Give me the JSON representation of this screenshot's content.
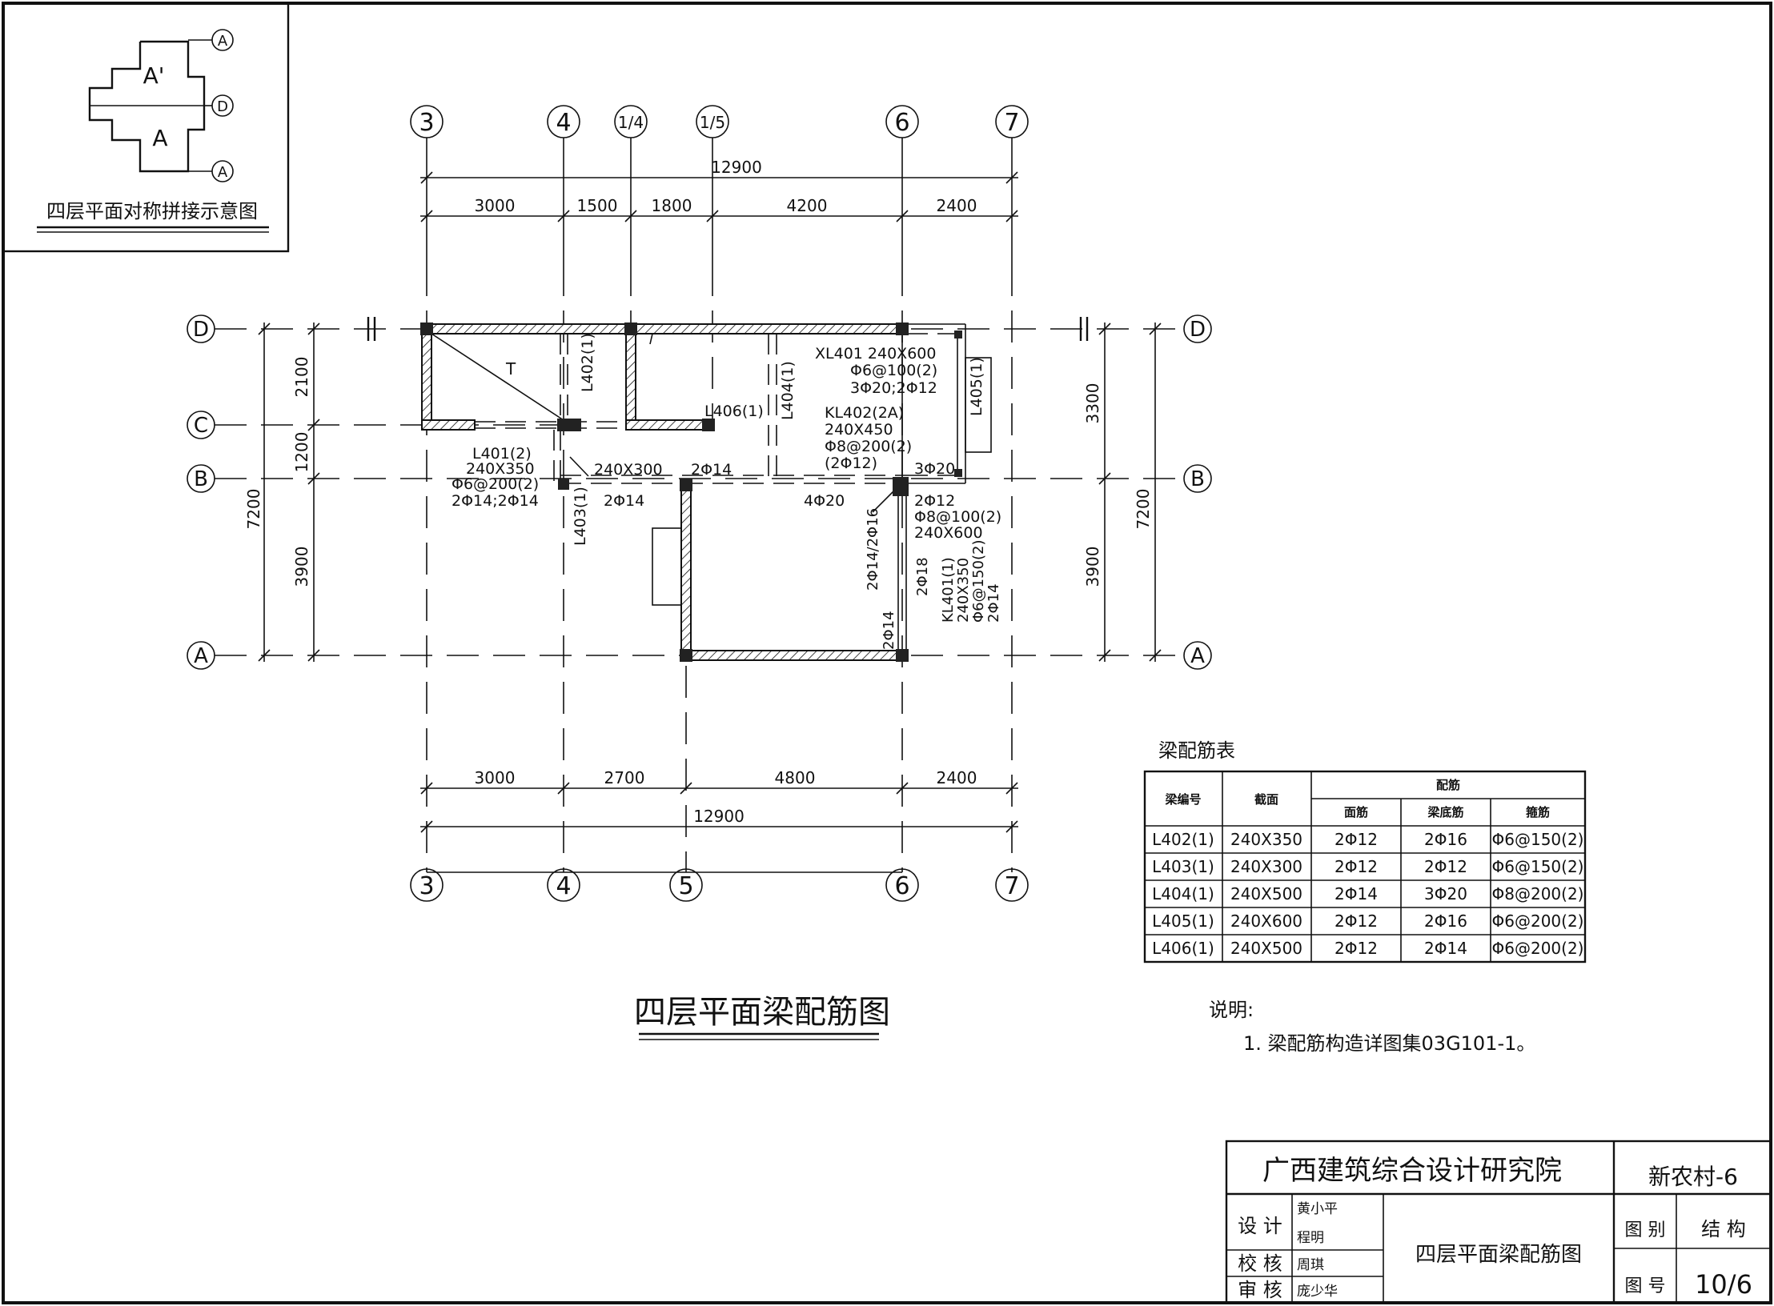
{
  "key_plan": {
    "caption": "四层平面对称拼接示意图",
    "labels": [
      "A'",
      "A"
    ],
    "axes": [
      "A",
      "D",
      "A"
    ]
  },
  "plan": {
    "title": "四层平面梁配筋图",
    "top_axes": [
      "3",
      "4",
      "1/4",
      "1/5",
      "6",
      "7"
    ],
    "bottom_axes": [
      "3",
      "4",
      "5",
      "6",
      "7"
    ],
    "left_axes": [
      "D",
      "C",
      "B",
      "A"
    ],
    "right_axes": [
      "D",
      "B",
      "A"
    ],
    "top_total": "12900",
    "top_dims": [
      "3000",
      "1500",
      "1800",
      "4200",
      "2400"
    ],
    "bottom_dims": [
      "3000",
      "2700",
      "4800",
      "2400"
    ],
    "bottom_total": "12900",
    "left_dims": [
      "2100",
      "1200",
      "3900"
    ],
    "left_total": "7200",
    "right_dims": [
      "3300",
      "3900"
    ],
    "right_total": "7200",
    "stair_mark": "T",
    "annotations": {
      "l402": "L402(1)",
      "l404": "L404(1)",
      "l406": "L406(1)",
      "l405": "L405(1)",
      "l403": "L403(1)",
      "xl401": [
        "XL401  240X600",
        "Φ6@100(2)",
        "3Φ20;2Φ12"
      ],
      "kl402": [
        "KL402(2A)",
        "240X450",
        "Φ8@200(2)",
        "(2Φ12)"
      ],
      "l401": [
        "L401(2)",
        "240X350",
        "Φ6@200(2)",
        "2Φ14;2Φ14"
      ],
      "sec_240x300": "240X300",
      "bar_2p14_a": "2Φ14",
      "bar_2p14_b": "2Φ14",
      "bar_4p20": "4Φ20",
      "bar_3p20": "3Φ20",
      "kl_right": [
        "2Φ12",
        "Φ8@100(2)",
        "240X600"
      ],
      "bar_2p14_2p16": "2Φ14/2Φ16",
      "bar_2p18": "2Φ18",
      "kl401": [
        "KL401(1)",
        "240X350",
        "Φ6@150(2)",
        "2Φ14"
      ],
      "bar_2p14_bottom": "2Φ14"
    }
  },
  "beam_table": {
    "title": "梁配筋表",
    "header_id": "梁编号",
    "header_section": "截面",
    "header_group": "配筋",
    "sub_headers": [
      "面筋",
      "梁底筋",
      "箍筋"
    ],
    "rows": [
      [
        "L402(1)",
        "240X350",
        "2Φ12",
        "2Φ16",
        "Φ6@150(2)"
      ],
      [
        "L403(1)",
        "240X300",
        "2Φ12",
        "2Φ12",
        "Φ6@150(2)"
      ],
      [
        "L404(1)",
        "240X500",
        "2Φ14",
        "3Φ20",
        "Φ8@200(2)"
      ],
      [
        "L405(1)",
        "240X600",
        "2Φ12",
        "2Φ16",
        "Φ6@200(2)"
      ],
      [
        "L406(1)",
        "240X500",
        "2Φ12",
        "2Φ14",
        "Φ6@200(2)"
      ]
    ]
  },
  "notes": {
    "heading": "说明:",
    "items": [
      "1.  梁配筋构造详图集03G101-1。"
    ]
  },
  "title_block": {
    "institute": "广西建筑综合设计研究院",
    "project": "新农村-6",
    "design_label": "设 计",
    "designers": [
      "黄小平",
      "程明"
    ],
    "check_label": "校 核",
    "checker": "周琪",
    "review_label": "审 核",
    "reviewer": "庞少华",
    "drawing_title": "四层平面梁配筋图",
    "category_label": "图 别",
    "category": "结 构",
    "number_label": "图 号",
    "number": "10/6"
  }
}
